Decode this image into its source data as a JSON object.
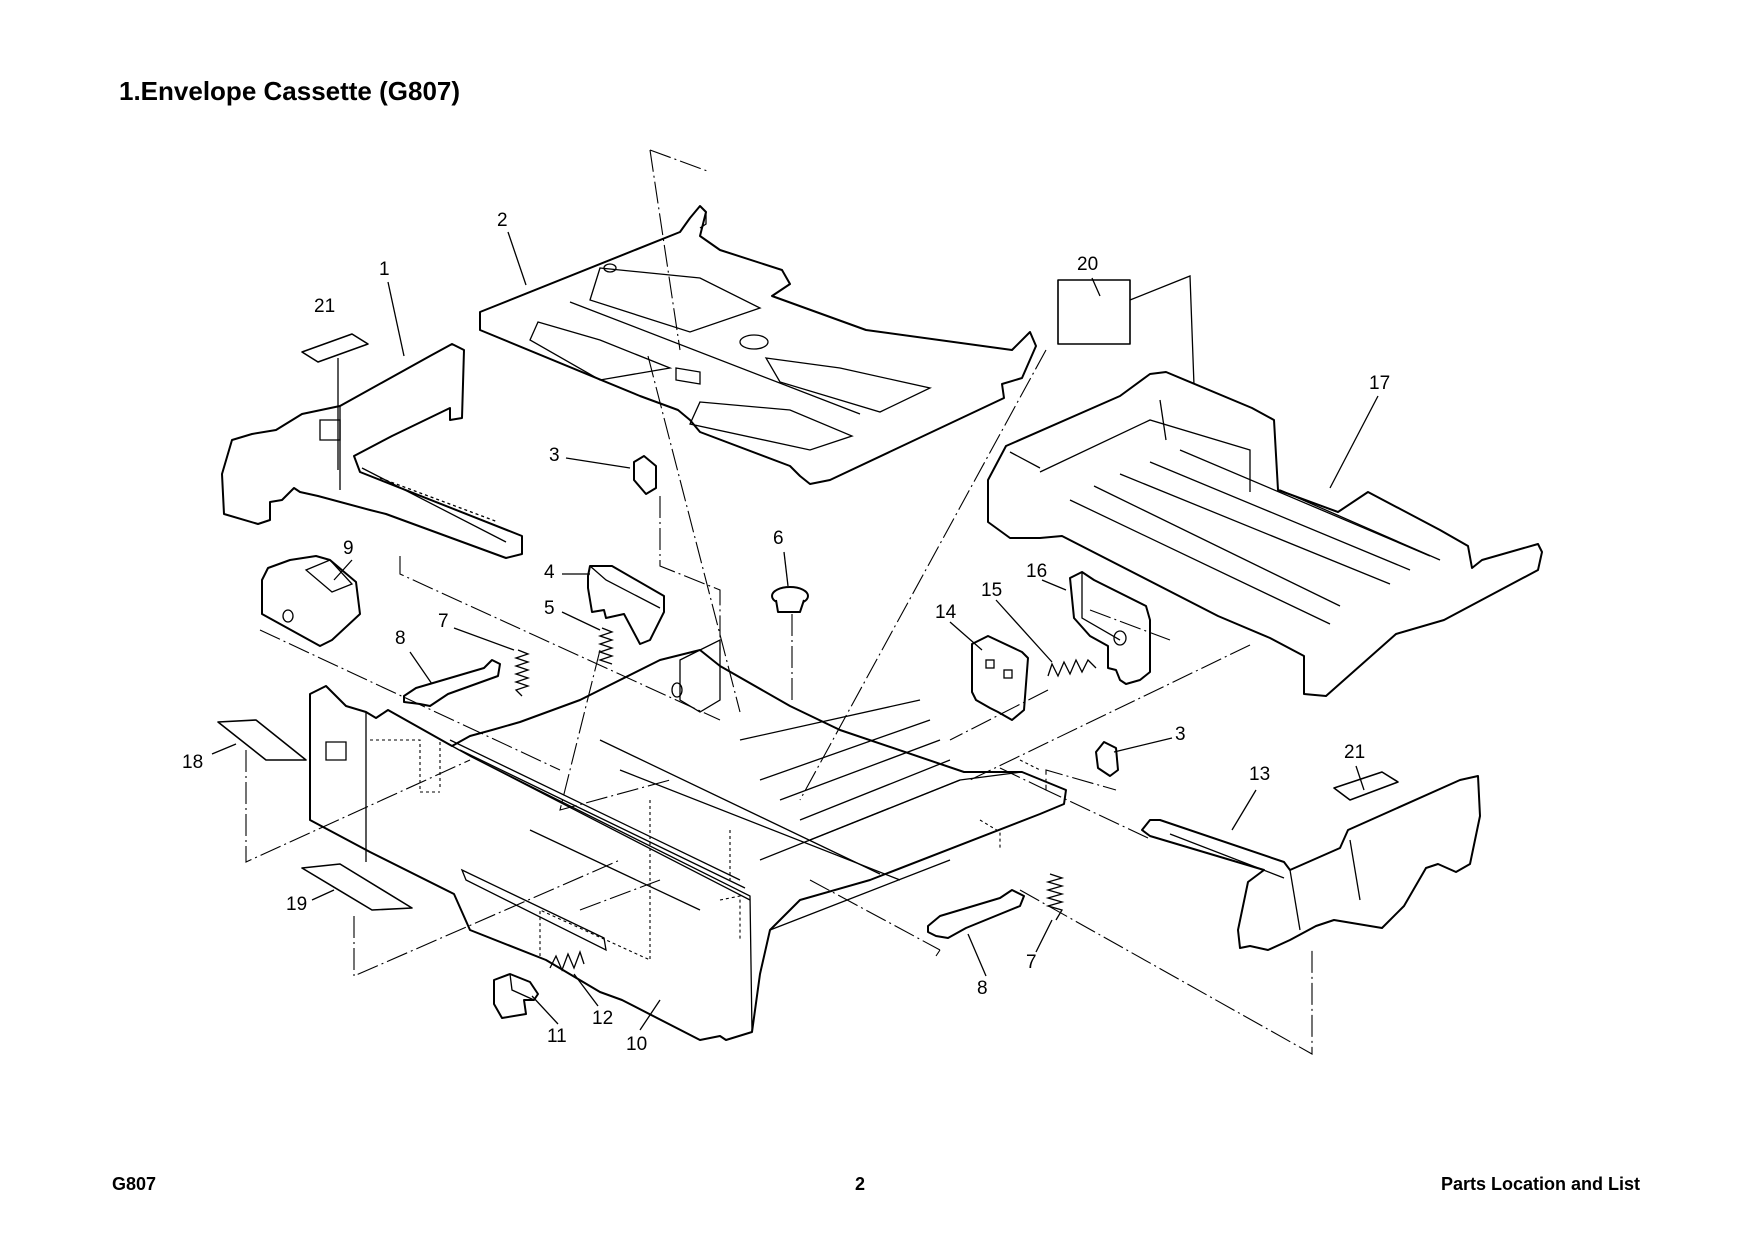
{
  "page": {
    "title": "1.Envelope Cassette (G807)",
    "footer_left": "G807",
    "footer_page": "2",
    "footer_right": "Parts Location and List"
  },
  "callouts": {
    "c1": "1",
    "c2": "2",
    "c3a": "3",
    "c3b": "3",
    "c4": "4",
    "c5": "5",
    "c6": "6",
    "c7a": "7",
    "c7b": "7",
    "c8a": "8",
    "c8b": "8",
    "c9": "9",
    "c10": "10",
    "c11": "11",
    "c12": "12",
    "c13": "13",
    "c14": "14",
    "c15": "15",
    "c16": "16",
    "c17": "17",
    "c18": "18",
    "c19": "19",
    "c20": "20",
    "c21a": "21",
    "c21b": "21"
  }
}
